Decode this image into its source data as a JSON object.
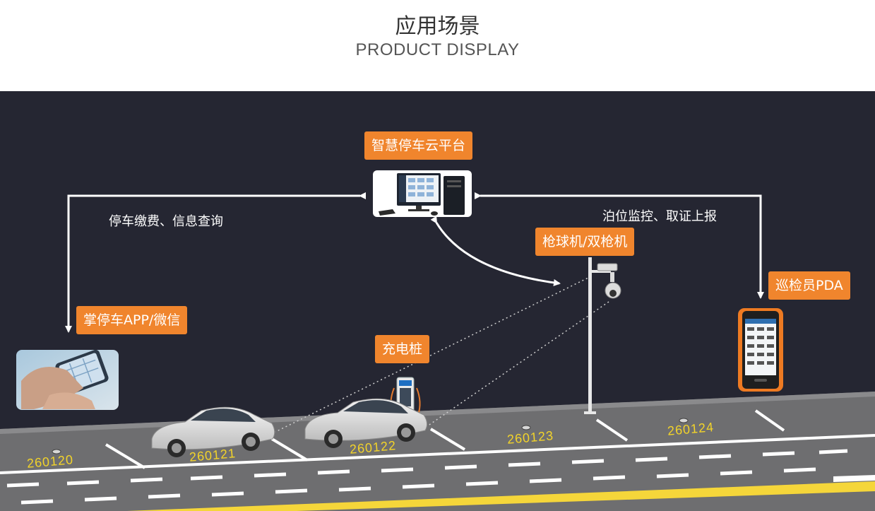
{
  "header": {
    "title": "应用场景",
    "subtitle": "PRODUCT DISPLAY"
  },
  "labels": {
    "platform": "智慧停车云平台",
    "app": "掌停车APP/微信",
    "charger": "充电桩",
    "camera": "枪球机/双枪机",
    "pda": "巡检员PDA"
  },
  "notes": {
    "left_flow": "停车缴费、信息查询",
    "right_flow": "泊位监控、取证上报"
  },
  "bays": [
    "260120",
    "260121",
    "260122",
    "260123",
    "260124"
  ],
  "colors": {
    "accent": "#f0852d",
    "background": "#252632",
    "road": "#6d6d6f",
    "bay_text": "#f2d32a"
  }
}
